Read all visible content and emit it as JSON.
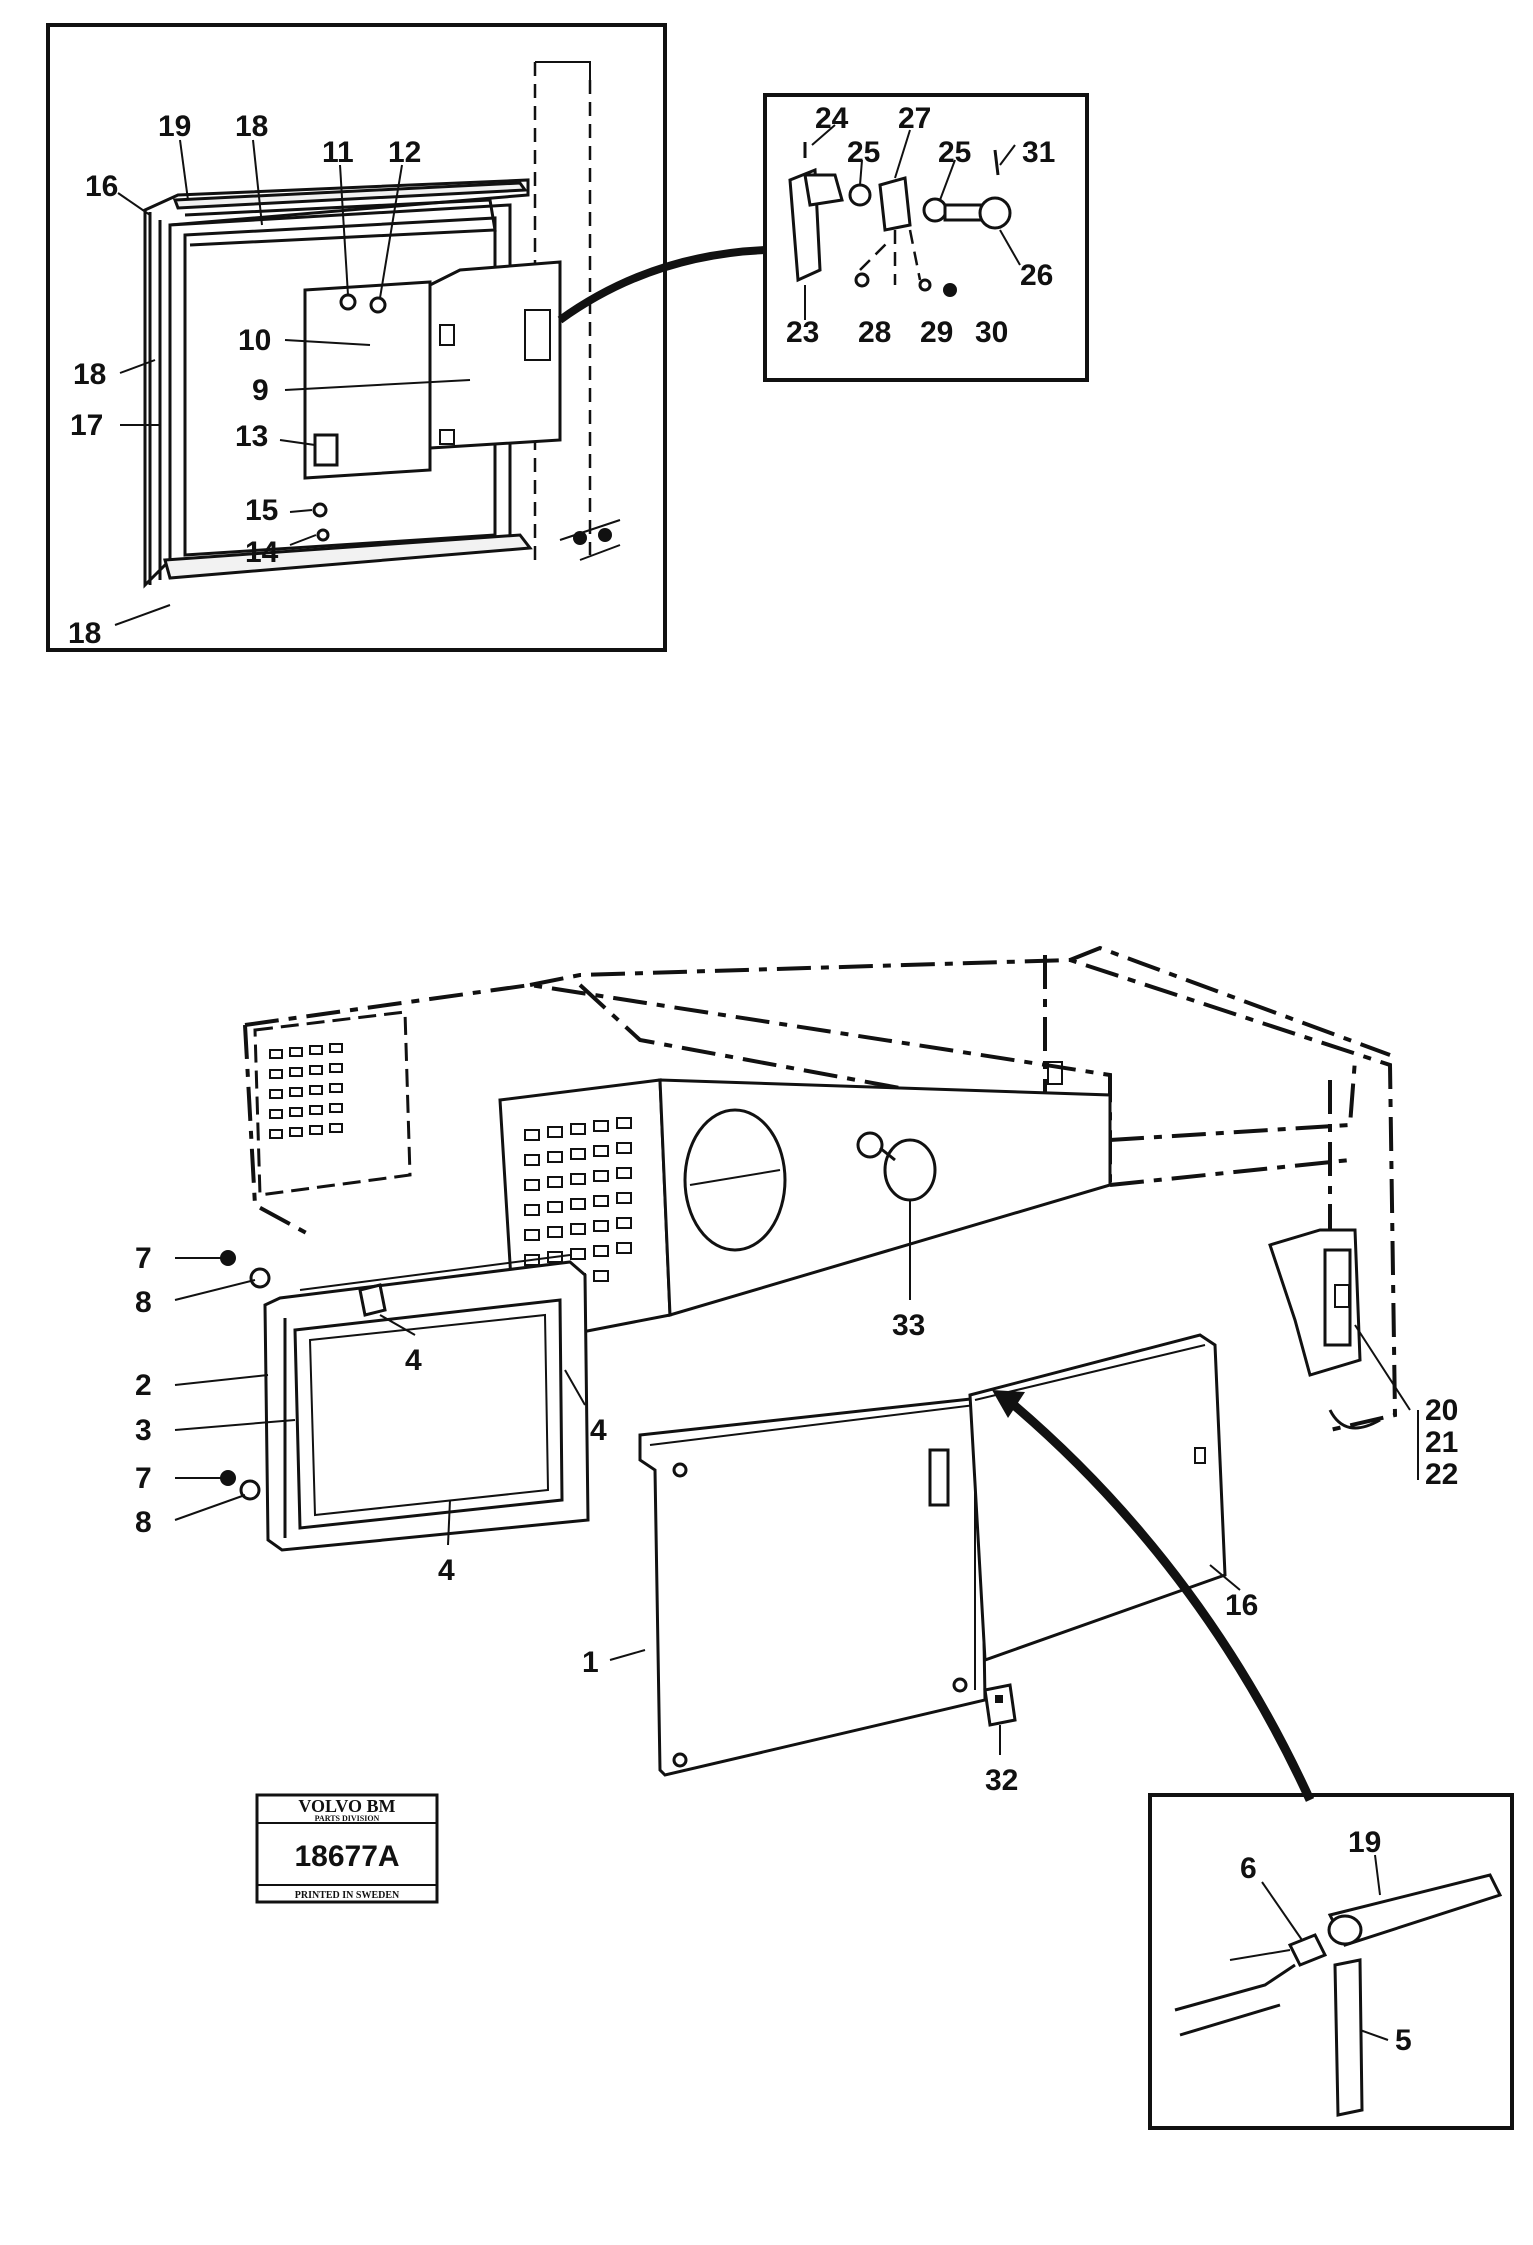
{
  "stamp": {
    "brand": "VOLVO BM",
    "division": "PARTS DIVISION",
    "drawing_number": "18677A",
    "printed": "PRINTED IN SWEDEN"
  },
  "callouts": {
    "inset_door": [
      "19",
      "18",
      "11",
      "12",
      "16",
      "10",
      "9",
      "18",
      "17",
      "13",
      "15",
      "14",
      "18"
    ],
    "inset_latch": [
      "24",
      "27",
      "25",
      "25",
      "31",
      "26",
      "23",
      "28",
      "29",
      "30"
    ],
    "main": [
      "7",
      "8",
      "4",
      "2",
      "3",
      "4",
      "7",
      "8",
      "4",
      "33",
      "20",
      "21",
      "22",
      "16",
      "1",
      "32"
    ],
    "inset_hinge": [
      "6",
      "19",
      "5"
    ]
  }
}
